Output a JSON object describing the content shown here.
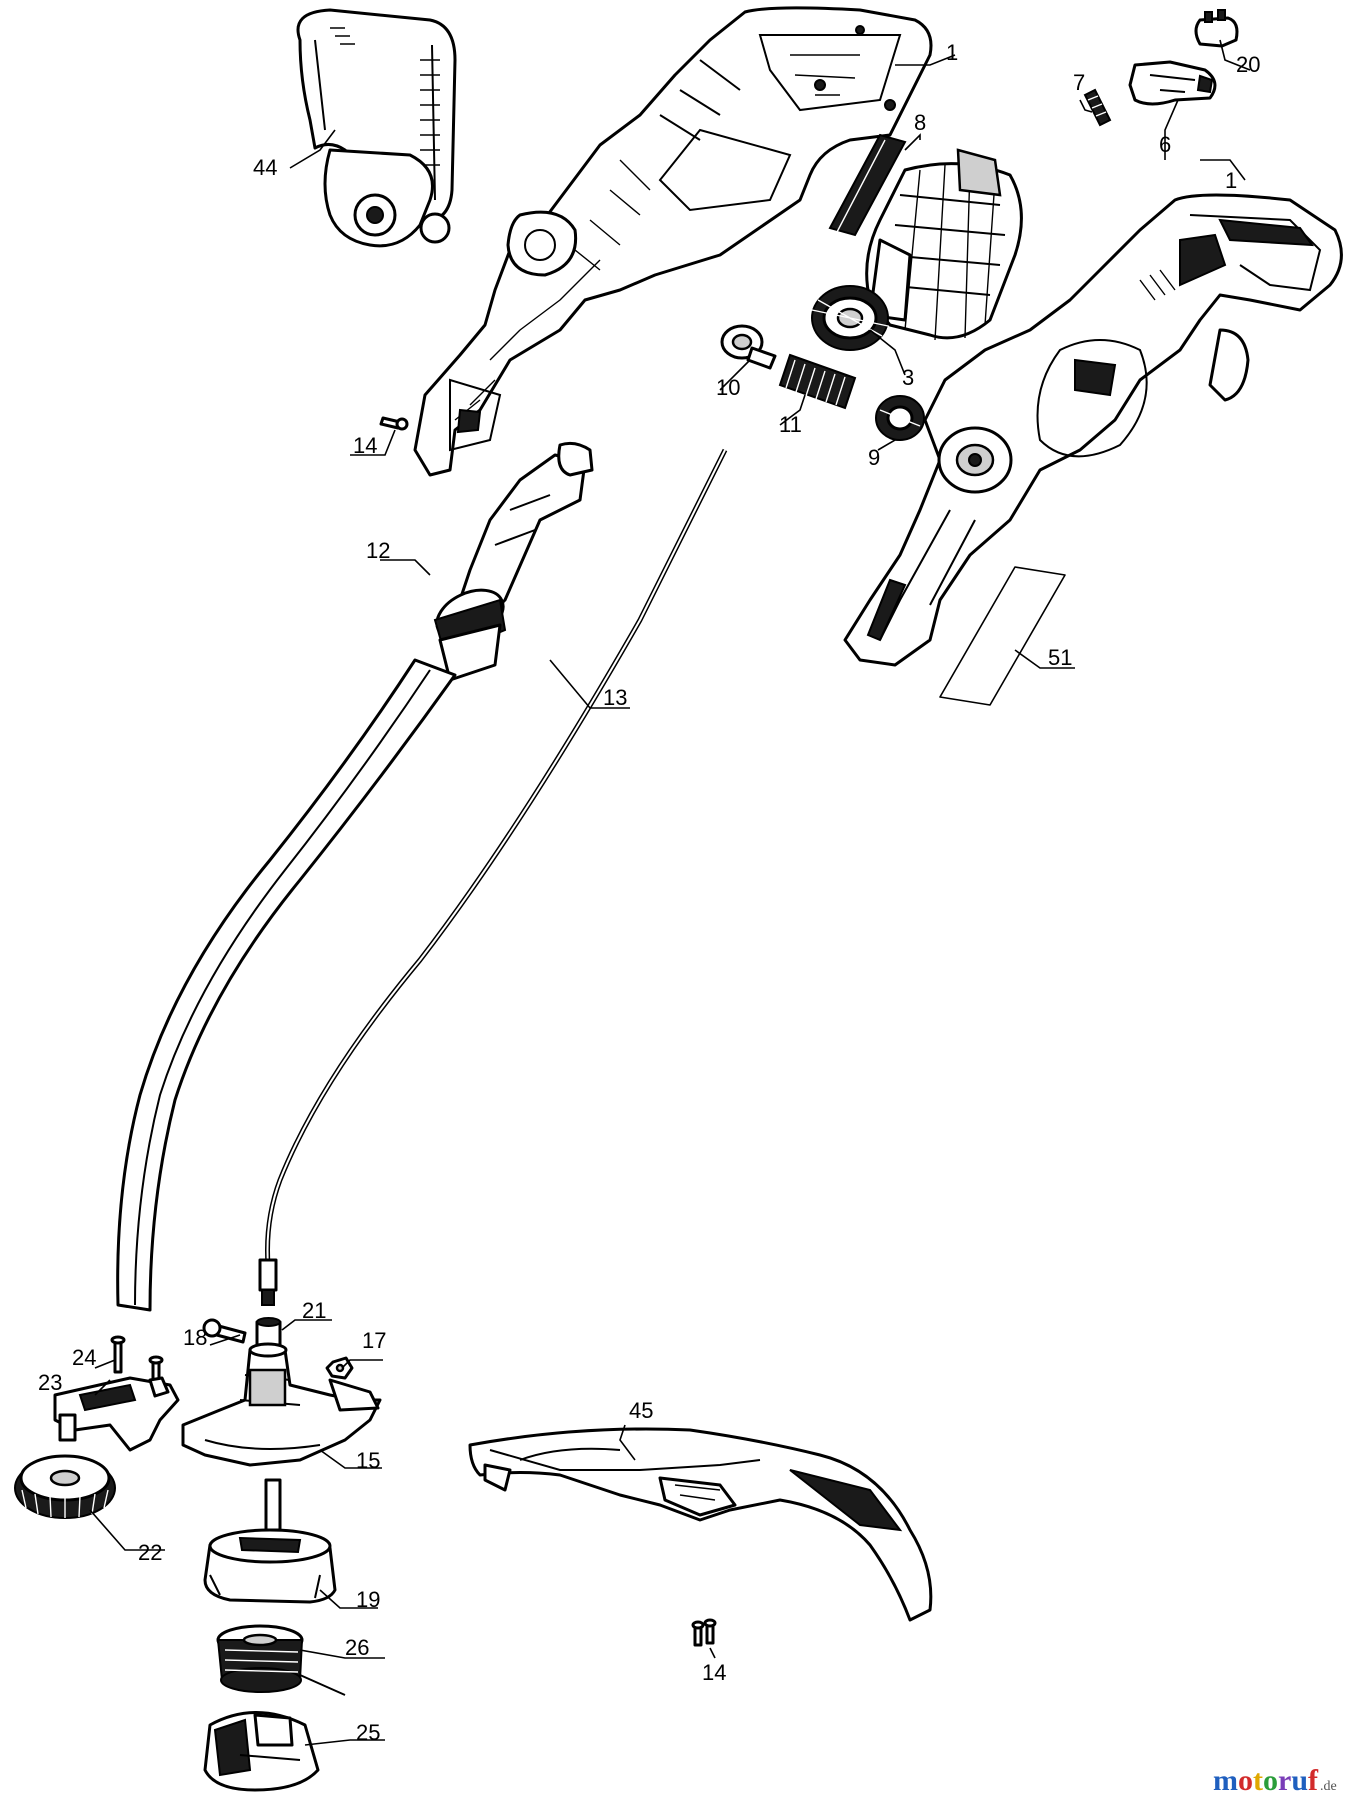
{
  "diagram": {
    "labels": [
      {
        "id": "l1a",
        "text": "1"
      },
      {
        "id": "l1b",
        "text": "1"
      },
      {
        "id": "l3",
        "text": "3"
      },
      {
        "id": "l6",
        "text": "6"
      },
      {
        "id": "l7",
        "text": "7"
      },
      {
        "id": "l8",
        "text": "8"
      },
      {
        "id": "l9",
        "text": "9"
      },
      {
        "id": "l10",
        "text": "10"
      },
      {
        "id": "l11",
        "text": "11"
      },
      {
        "id": "l12",
        "text": "12"
      },
      {
        "id": "l13",
        "text": "13"
      },
      {
        "id": "l14a",
        "text": "14"
      },
      {
        "id": "l14b",
        "text": "14"
      },
      {
        "id": "l15",
        "text": "15"
      },
      {
        "id": "l17",
        "text": "17"
      },
      {
        "id": "l18",
        "text": "18"
      },
      {
        "id": "l19",
        "text": "19"
      },
      {
        "id": "l20",
        "text": "20"
      },
      {
        "id": "l21",
        "text": "21"
      },
      {
        "id": "l22",
        "text": "22"
      },
      {
        "id": "l23",
        "text": "23"
      },
      {
        "id": "l24",
        "text": "24"
      },
      {
        "id": "l25",
        "text": "25"
      },
      {
        "id": "l26",
        "text": "26"
      },
      {
        "id": "l44",
        "text": "44"
      },
      {
        "id": "l45",
        "text": "45"
      },
      {
        "id": "l51",
        "text": "51"
      }
    ]
  },
  "watermark": {
    "brand": "motoruf",
    "suffix": ".de",
    "colors": [
      "#1f5fbf",
      "#d22b2b",
      "#e0a800",
      "#2a9d3a",
      "#7a3db8",
      "#1f5fbf",
      "#d22b2b"
    ]
  }
}
